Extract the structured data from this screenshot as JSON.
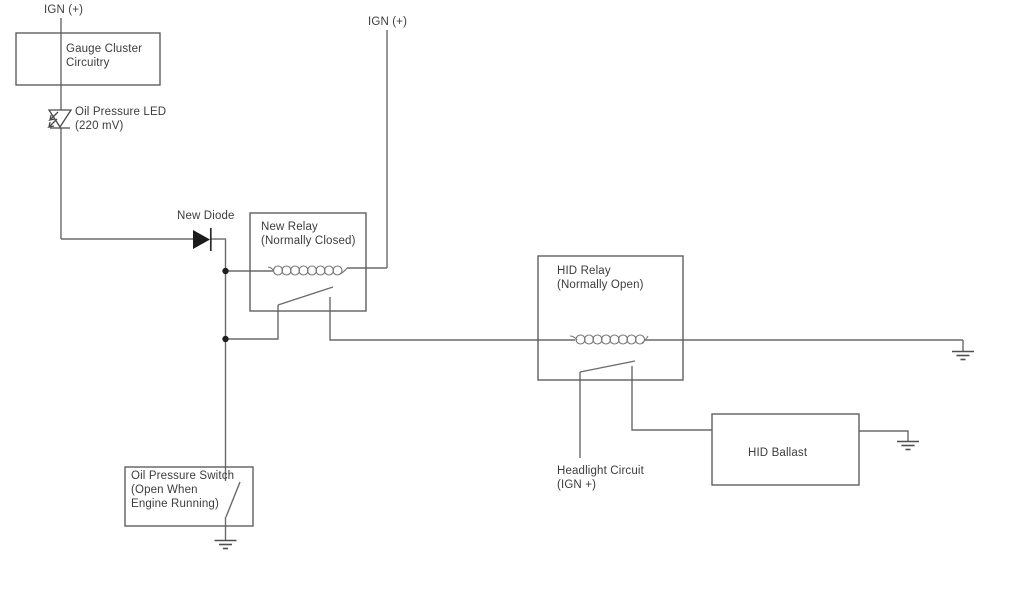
{
  "diagram": {
    "labels": {
      "ign_left": "IGN (+)",
      "ign_right": "IGN (+)",
      "gauge_cluster": {
        "line1": "Gauge Cluster",
        "line2": "Circuitry"
      },
      "oil_pressure_led": {
        "line1": "Oil Pressure LED",
        "line2": "(220 mV)"
      },
      "new_diode": "New Diode",
      "new_relay": {
        "line1": "New Relay",
        "line2": "(Normally Closed)"
      },
      "hid_relay": {
        "line1": "HID Relay",
        "line2": "(Normally Open)"
      },
      "oil_pressure_switch": {
        "line1": "Oil Pressure Switch",
        "line2": "(Open When",
        "line3": "Engine Running)"
      },
      "headlight_circuit": {
        "line1": "Headlight Circuit",
        "line2": "(IGN +)"
      },
      "hid_ballast": "HID Ballast"
    },
    "colors": {
      "wire": "#6a6a6a",
      "box_border": "#5f5f5f",
      "text": "#3c3c3c",
      "diode_fill": "#1c1c1c",
      "background": "#ffffff"
    }
  }
}
